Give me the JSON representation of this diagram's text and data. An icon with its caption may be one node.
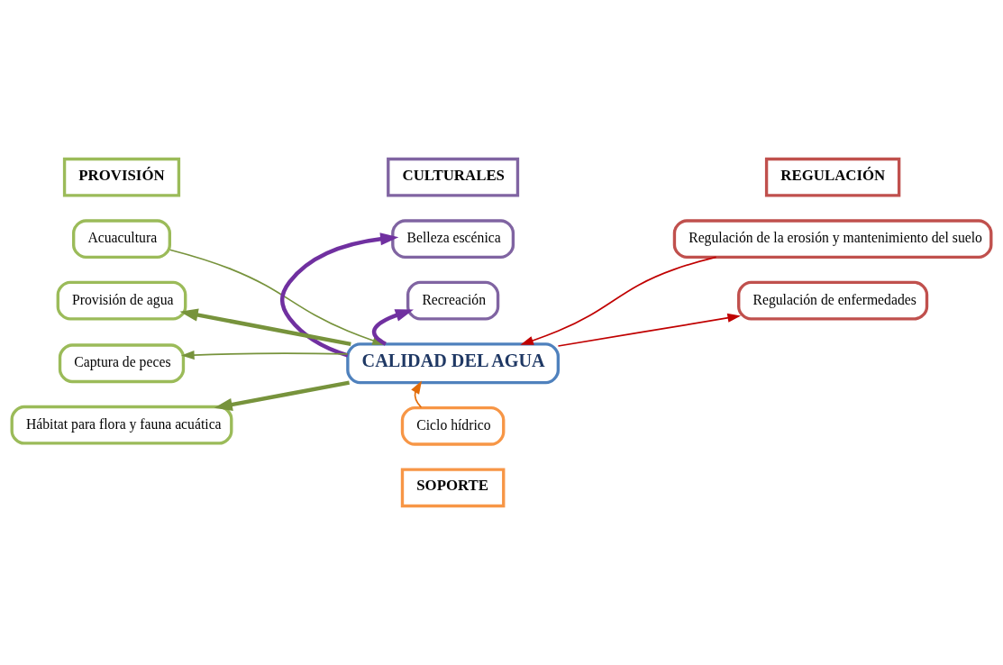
{
  "diagram": {
    "nodes": [
      {
        "text": [
          "PROVISIÓN"
        ]
      },
      {
        "text": [
          "CULTURALES"
        ]
      },
      {
        "text": [
          "Belleza escénica"
        ]
      },
      {
        "text": [
          "Recreación"
        ]
      },
      {
        "text": [
          "Acuacultura"
        ]
      },
      {
        "text": [
          "REGULACIÓN"
        ]
      },
      {
        "text": [
          "Provisión de agua"
        ]
      },
      {
        "text": [
          "CALIDAD DEL AGUA"
        ]
      },
      {
        "text": [
          "Regulación de la erosión y mantenimiento del suelo"
        ]
      },
      {
        "text": [
          "Captura de peces"
        ]
      },
      {
        "text": [
          "Regulación de enfermedades"
        ]
      },
      {
        "text": [
          "Hábitat para flora y fauna acuática"
        ]
      },
      {
        "text": [
          "Ciclo hídrico"
        ]
      },
      {
        "text": [
          "SOPORTE"
        ]
      }
    ],
    "edges": [
      {
        "from": 4,
        "to": 7,
        "arrow": "to"
      },
      {
        "from": 7,
        "to": 6,
        "arrow": "to",
        "style": "thick"
      },
      {
        "from": 7,
        "to": 9,
        "arrow": "to"
      },
      {
        "from": 7,
        "to": 11,
        "arrow": "to",
        "style": "thick"
      },
      {
        "from": 7,
        "to": 2,
        "arrow": "to",
        "style": "thick",
        "color": "#7030a0"
      },
      {
        "from": 7,
        "to": 3,
        "arrow": "to",
        "style": "thick",
        "color": "#7030a0"
      },
      {
        "from": 8,
        "to": 7,
        "arrow": "to",
        "color": "#c00000"
      },
      {
        "from": 7,
        "to": 10,
        "arrow": "to",
        "color": "#c00000"
      },
      {
        "from": 12,
        "to": 7,
        "arrow": "to",
        "color": "#e36c09"
      }
    ]
  }
}
